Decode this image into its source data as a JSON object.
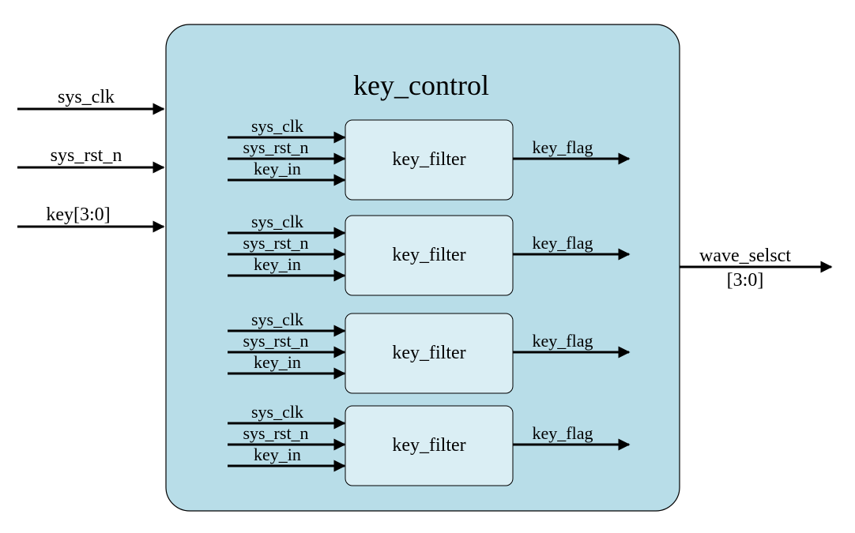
{
  "outer_block": {
    "title": "key_control",
    "fill_color": "#b8dde8",
    "border_color": "#000000"
  },
  "inputs": [
    {
      "label": "sys_clk"
    },
    {
      "label": "sys_rst_n"
    },
    {
      "label": "key[3:0]"
    }
  ],
  "output": {
    "label_line1": "wave_selsct",
    "label_line2": "[3:0]"
  },
  "sub_blocks": [
    {
      "name": "key_filter",
      "inputs": [
        "sys_clk",
        "sys_rst_n",
        "key_in"
      ],
      "output": "key_flag"
    },
    {
      "name": "key_filter",
      "inputs": [
        "sys_clk",
        "sys_rst_n",
        "key_in"
      ],
      "output": "key_flag"
    },
    {
      "name": "key_filter",
      "inputs": [
        "sys_clk",
        "sys_rst_n",
        "key_in"
      ],
      "output": "key_flag"
    },
    {
      "name": "key_filter",
      "inputs": [
        "sys_clk",
        "sys_rst_n",
        "key_in"
      ],
      "output": "key_flag"
    }
  ],
  "sub_block_fill_color": "#daeef4"
}
